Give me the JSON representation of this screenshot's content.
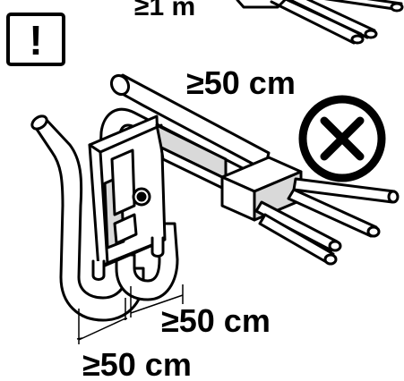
{
  "labels": {
    "top_cut": "≥1 m",
    "top_clearance": "≥50 cm",
    "bottom_right_clearance": "≥50 cm",
    "bottom_left_clearance": "≥50 cm"
  },
  "icons": {
    "warning": "exclamation-icon",
    "forbidden": "prohibited-x-icon"
  },
  "warning_symbol": "!",
  "colors": {
    "stroke": "#000000",
    "fill": "#ffffff",
    "shade": "#d9d9d9"
  }
}
